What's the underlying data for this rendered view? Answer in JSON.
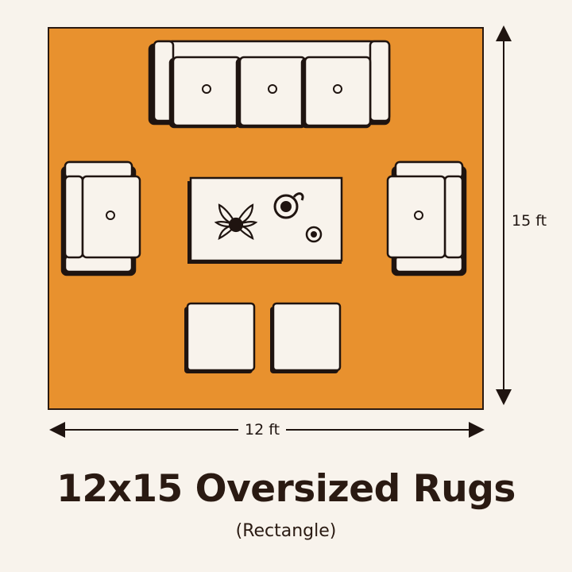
{
  "title": "12x15 Oversized Rugs",
  "subtitle": "(Rectangle)",
  "dimensions": {
    "width_label": "12 ft",
    "height_label": "15 ft"
  },
  "colors": {
    "rug": "#e8912e",
    "rug_border": "#2a1a12",
    "furniture": "#f8f3ec",
    "outline": "#1f1410",
    "background": "#f8f3ec"
  },
  "furniture": [
    "three-seat-sofa",
    "armchair-left",
    "armchair-right",
    "coffee-table",
    "ottoman-left",
    "ottoman-right"
  ],
  "decor": [
    "flower-icon",
    "cup-icon",
    "coaster-icon"
  ]
}
